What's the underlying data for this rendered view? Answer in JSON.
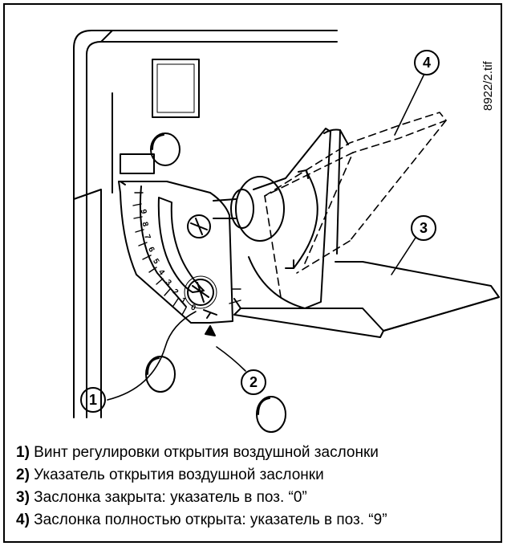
{
  "figure": {
    "file_code": "8922/2.tif",
    "callouts": [
      "1",
      "2",
      "3",
      "4"
    ],
    "scale_digits": [
      "9",
      "8",
      "7",
      "6",
      "5",
      "4",
      "3",
      "2",
      "1",
      "0"
    ]
  },
  "legend": [
    {
      "num": "1)",
      "text": " Винт регулировки открытия воздушной заслонки"
    },
    {
      "num": "2)",
      "text": " Указатель открытия  воздушной заслонки"
    },
    {
      "num": "3)",
      "text": " Заслонка закрыта: указатель в поз. “0”"
    },
    {
      "num": "4)",
      "text": " Заслонка полностью открыта: указатель в  поз. “9”"
    }
  ]
}
